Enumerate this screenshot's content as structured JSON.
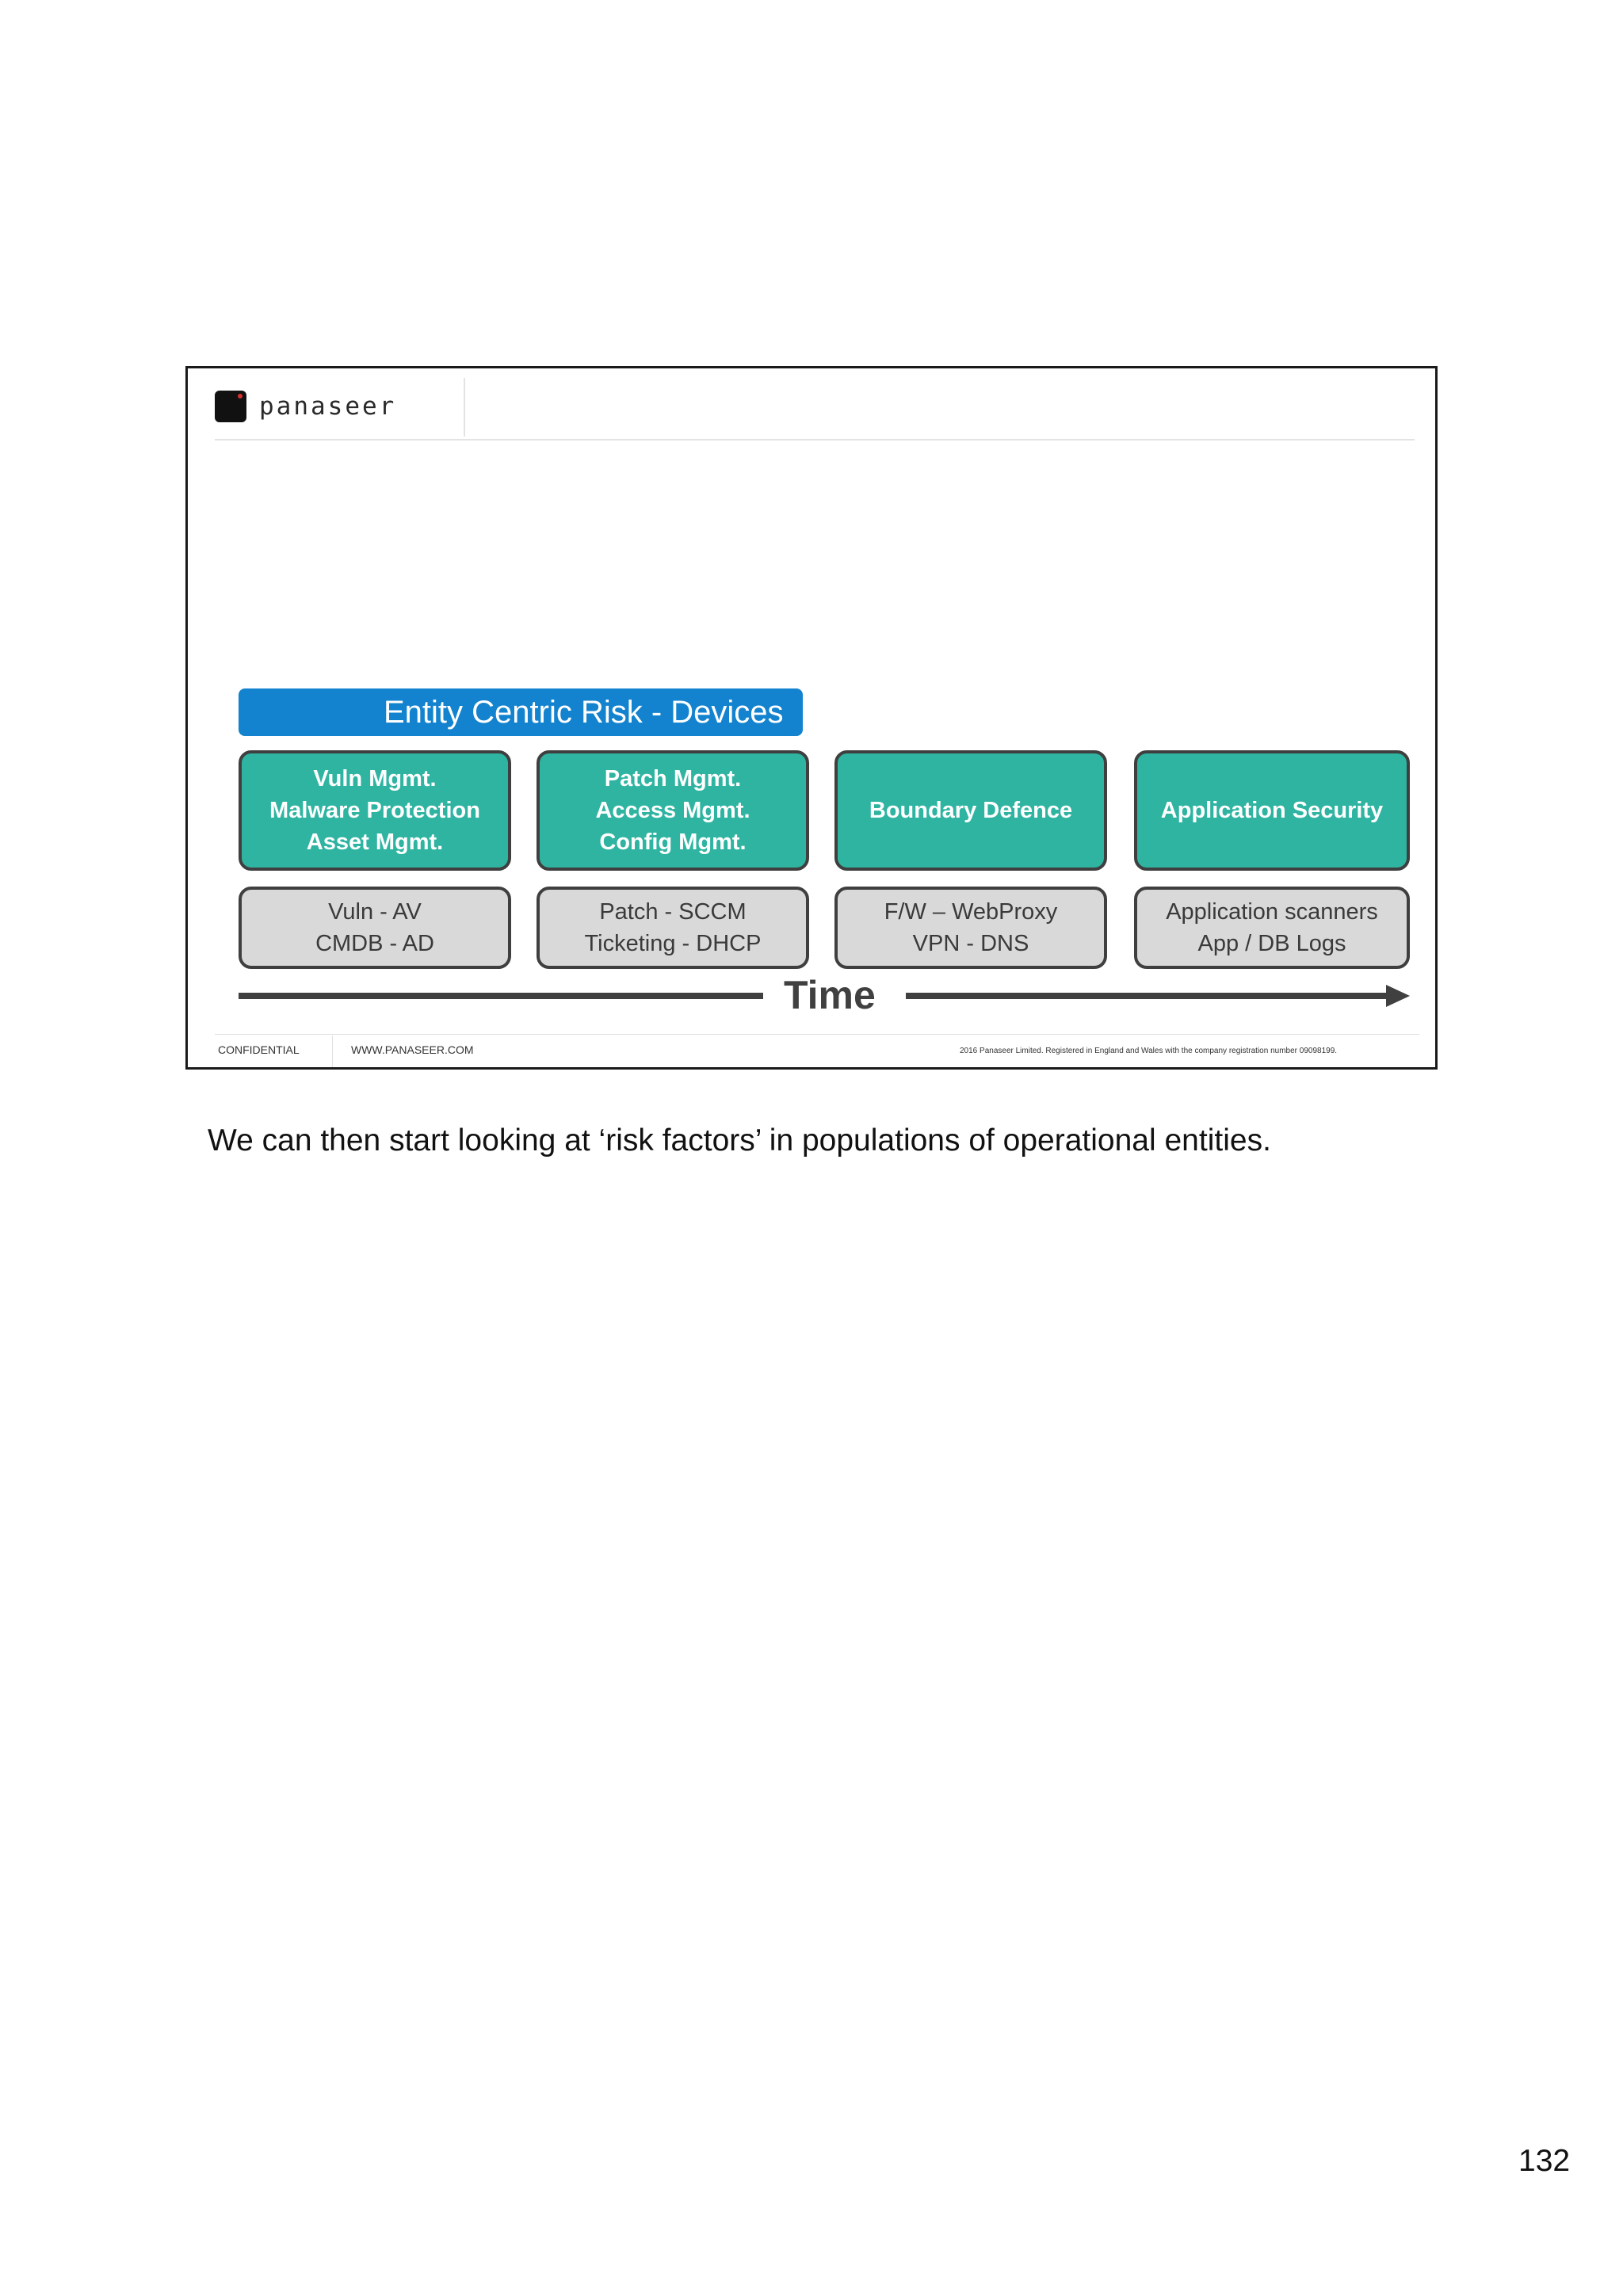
{
  "slide": {
    "logo_text": "panaseer",
    "title": "Entity Centric Risk - Devices",
    "columns": [
      {
        "capability_lines": [
          "Vuln Mgmt.",
          "Malware Protection",
          "Asset Mgmt."
        ],
        "source_lines": [
          "Vuln - AV",
          "CMDB - AD"
        ]
      },
      {
        "capability_lines": [
          "Patch Mgmt.",
          "Access Mgmt.",
          "Config Mgmt."
        ],
        "source_lines": [
          "Patch - SCCM",
          "Ticketing - DHCP"
        ]
      },
      {
        "capability_lines": [
          "Boundary Defence"
        ],
        "source_lines": [
          "F/W – WebProxy",
          "VPN - DNS"
        ]
      },
      {
        "capability_lines": [
          "Application Security"
        ],
        "source_lines": [
          "Application scanners",
          "App /  DB Logs"
        ]
      }
    ],
    "time_label": "Time",
    "footer": {
      "confidential": "CONFIDENTIAL",
      "website": "WWW.PANASEER.COM",
      "registration": "2016 Panaseer Limited. Registered in England and Wales with the company registration number 09098199."
    }
  },
  "caption": "We can then start looking at ‘risk factors’ in populations of operational entities.",
  "page_number": "132",
  "colors": {
    "title_bar": "#1383cf",
    "capability_box": "#2fb4a2",
    "source_box": "#d9d9d9",
    "arrow": "#404040"
  }
}
